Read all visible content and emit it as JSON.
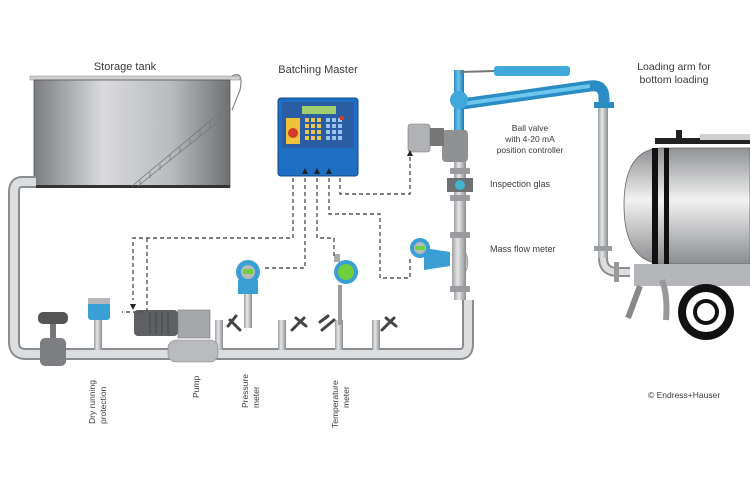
{
  "diagram": {
    "labels": {
      "storage_tank": "Storage tank",
      "batching_master": "Batching Master",
      "loading_arm_line1": "Loading arm for",
      "loading_arm_line2": "bottom loading",
      "ball_valve_line1": "Ball valve",
      "ball_valve_line2": "with 4-20 mA",
      "ball_valve_line3": "position controller",
      "inspection_glas": "Inspection glas",
      "mass_flow_meter": "Mass flow meter",
      "dry_running_line1": "Dry running",
      "dry_running_line2": "protection",
      "pump": "Pump",
      "pressure_line1": "Pressure",
      "pressure_line2": "meter",
      "temperature_line1": "Temperature",
      "temperature_line2": "meter",
      "copyright": "© Endress+Hauser"
    },
    "colors": {
      "pipe": "#c9cbcd",
      "pipe_edge": "#8d9094",
      "instrument_blue": "#3a9fd4",
      "loading_arm_blue": "#3fa9db",
      "controller_blue": "#1e6fc4",
      "display_green": "#6fcf3f",
      "signal_line": "#555555"
    }
  }
}
